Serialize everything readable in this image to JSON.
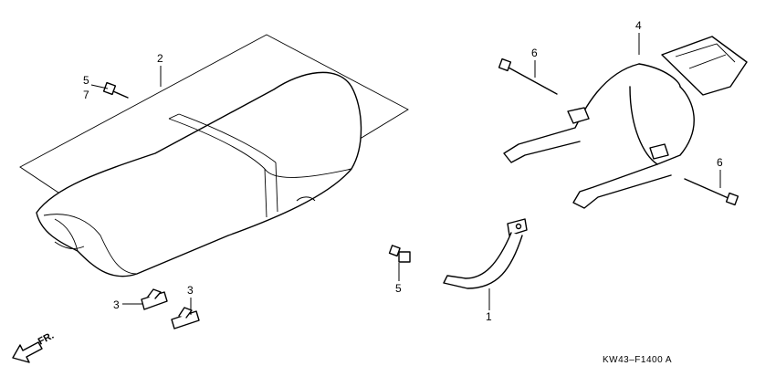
{
  "callouts": {
    "seat": "2",
    "seat_bolt_a": "5",
    "seat_bolt_b": "7",
    "rubber_left": "3",
    "rubber_right": "3",
    "bracket_bolt": "5",
    "rear_bracket": "1",
    "carrier": "4",
    "carrier_bolt_top": "6",
    "carrier_bolt_right": "6"
  },
  "front_arrow": {
    "label": "FR.",
    "icon": "front-arrow-icon"
  },
  "diagram_code": "KW43–F1400 A"
}
